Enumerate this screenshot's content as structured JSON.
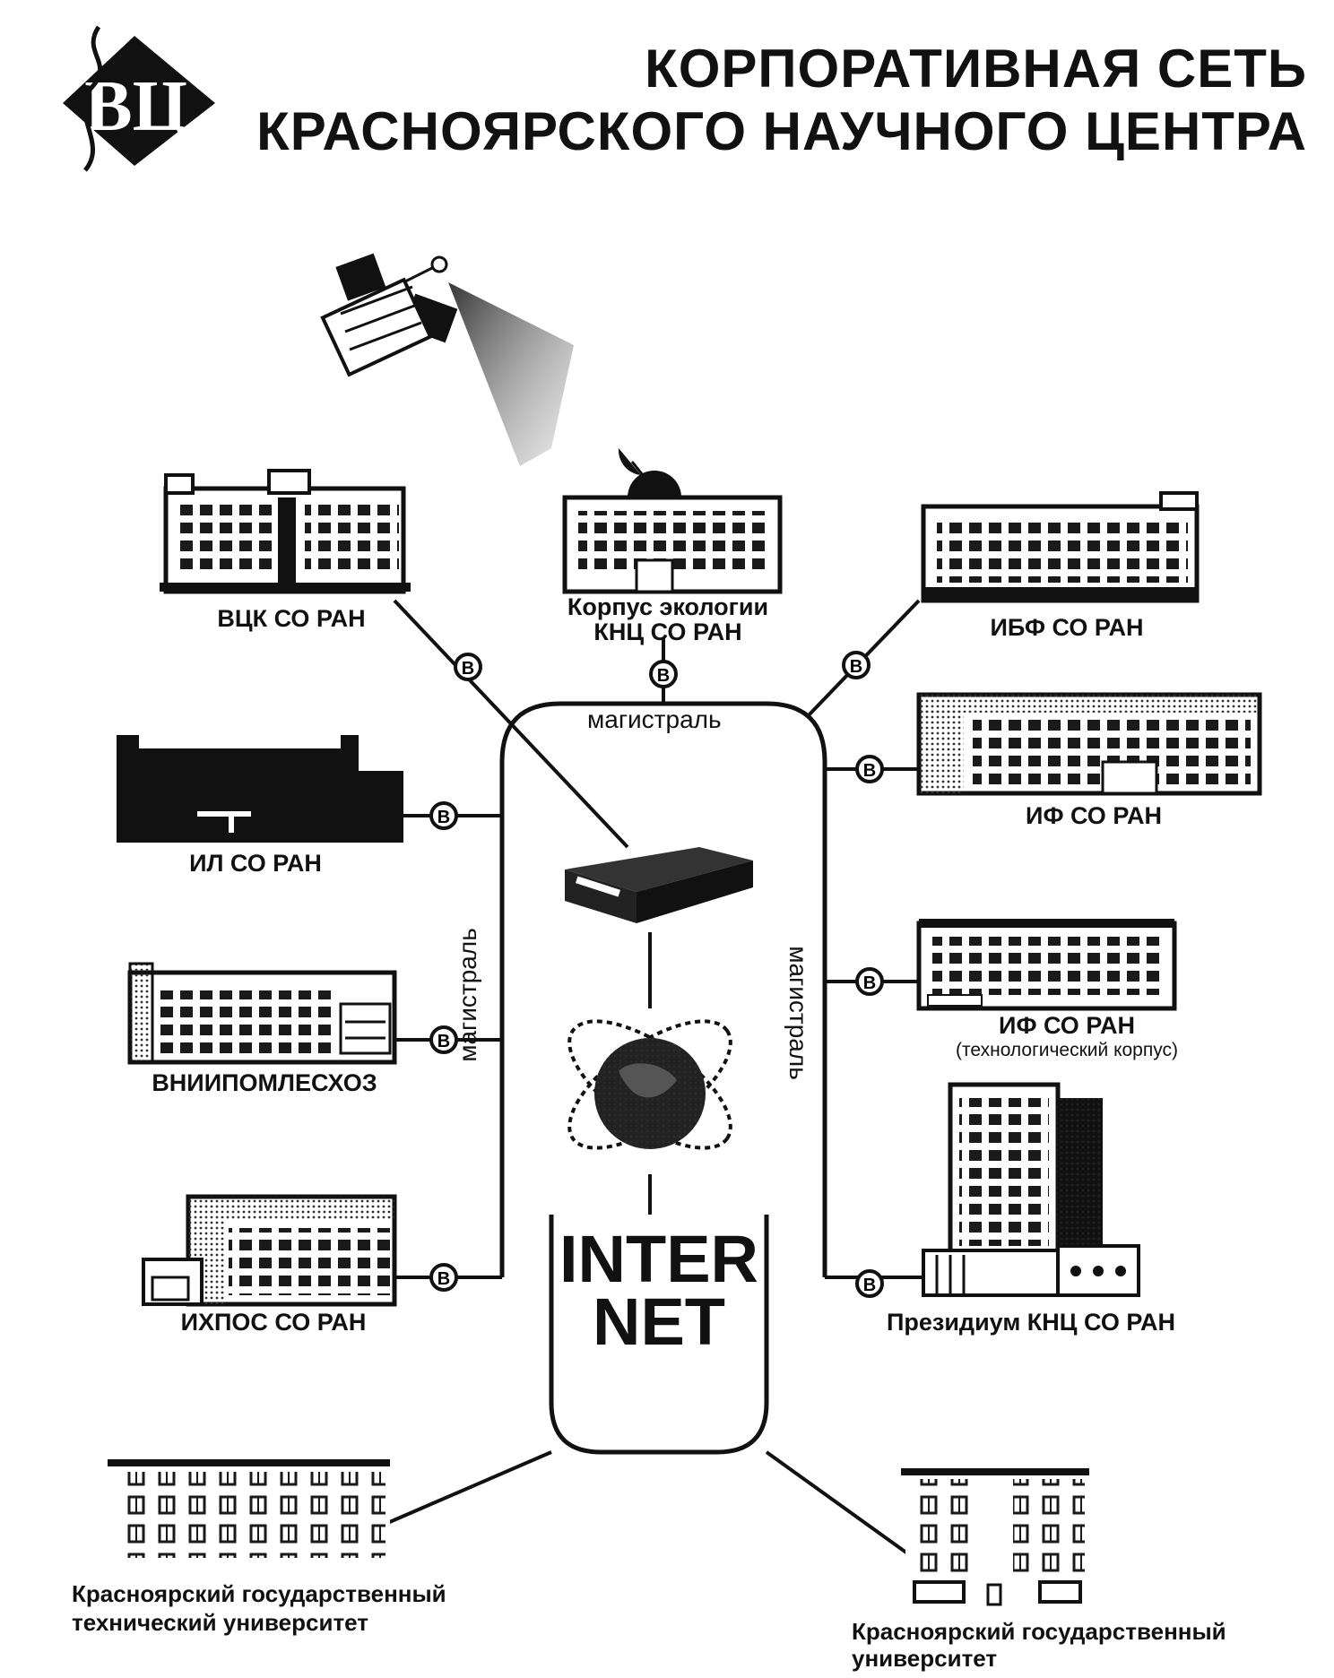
{
  "header": {
    "title_line1": "КОРПОРАТИВНАЯ СЕТЬ",
    "title_line2": "КРАСНОЯРСКОГО НАУЧНОГО ЦЕНТРА",
    "logo_text": "ВЦ"
  },
  "backbone": {
    "top_label": "магистраль",
    "left_label": "магистраль",
    "right_label": "магистраль"
  },
  "internet": {
    "line1": "INTER",
    "line2": "NET"
  },
  "node_marker": "B",
  "nodes": {
    "vck": "ВЦК СО РАН",
    "ecology_line1": "Корпус экологии",
    "ecology_line2": "КНЦ СО РАН",
    "ibf": "ИБФ СО РАН",
    "il": "ИЛ СО РАН",
    "if_main": "ИФ СО РАН",
    "vniipom": "ВНИИПОМЛЕСХОЗ",
    "if_tech": "ИФ СО РАН",
    "if_tech_sub": "(технологический корпус)",
    "ihpos": "ИХПОС СО РАН",
    "presidium": "Президиум КНЦ СО РАН",
    "kgtu_line1": "Красноярский государственный",
    "kgtu_line2": "технический университет",
    "kgu_line1": "Красноярский государственный",
    "kgu_line2": "университет"
  },
  "colors": {
    "ink": "#111111",
    "paper": "#ffffff",
    "window": "#1a1a1a"
  }
}
